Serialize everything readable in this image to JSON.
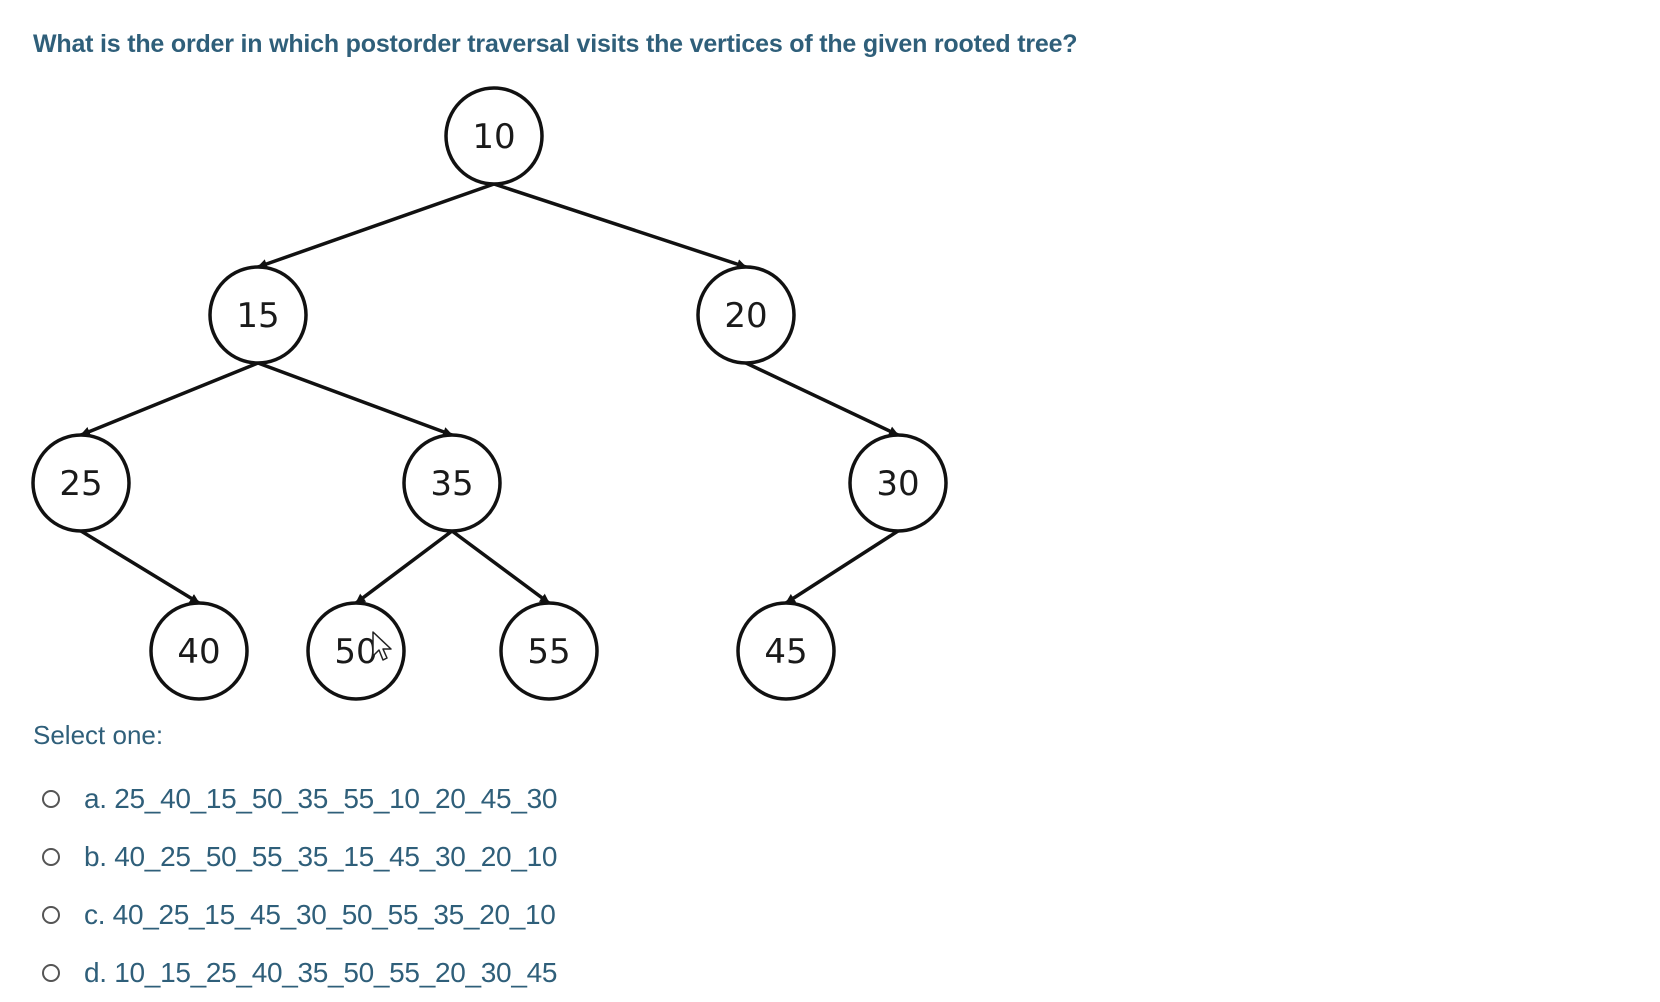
{
  "question": "What is the order in which postorder traversal visits the vertices of the given rooted tree?",
  "tree": {
    "nodes": [
      {
        "id": "n10",
        "label": "10"
      },
      {
        "id": "n15",
        "label": "15"
      },
      {
        "id": "n20",
        "label": "20"
      },
      {
        "id": "n25",
        "label": "25"
      },
      {
        "id": "n35",
        "label": "35"
      },
      {
        "id": "n30",
        "label": "30"
      },
      {
        "id": "n40",
        "label": "40"
      },
      {
        "id": "n50",
        "label": "50"
      },
      {
        "id": "n55",
        "label": "55"
      },
      {
        "id": "n45",
        "label": "45"
      }
    ],
    "edges": [
      [
        "n10",
        "n15"
      ],
      [
        "n10",
        "n20"
      ],
      [
        "n15",
        "n25"
      ],
      [
        "n15",
        "n35"
      ],
      [
        "n20",
        "n30"
      ],
      [
        "n25",
        "n40"
      ],
      [
        "n35",
        "n50"
      ],
      [
        "n35",
        "n55"
      ],
      [
        "n30",
        "n45"
      ]
    ]
  },
  "prompt": "Select one:",
  "options": [
    {
      "letter": "a.",
      "text": "25_40_15_50_35_55_10_20_45_30"
    },
    {
      "letter": "b.",
      "text": "40_25_50_55_35_15_45_30_20_10"
    },
    {
      "letter": "c.",
      "text": "40_25_15_45_30_50_55_35_20_10"
    },
    {
      "letter": "d.",
      "text": "10_15_25_40_35_50_55_20_30_45"
    }
  ],
  "icons": {
    "cursor": "mouse-pointer-icon"
  }
}
